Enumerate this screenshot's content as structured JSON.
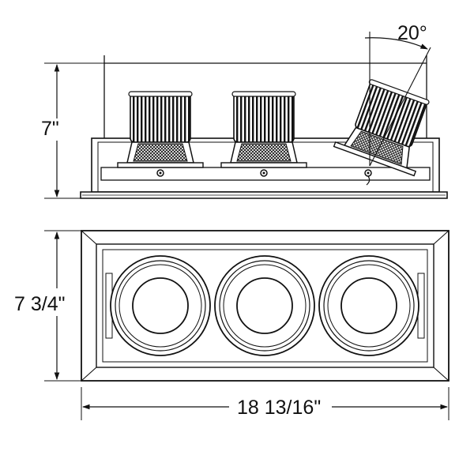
{
  "dimensions": {
    "height": "7\"",
    "width": "7 3/4\"",
    "length": "18 13/16\"",
    "tilt_angle": "20°"
  },
  "views": {
    "side": {
      "lamp_heads": 3,
      "tilted_heads": 1
    },
    "top": {
      "apertures": 3
    }
  },
  "colors": {
    "line": "#111111",
    "background": "#ffffff"
  }
}
